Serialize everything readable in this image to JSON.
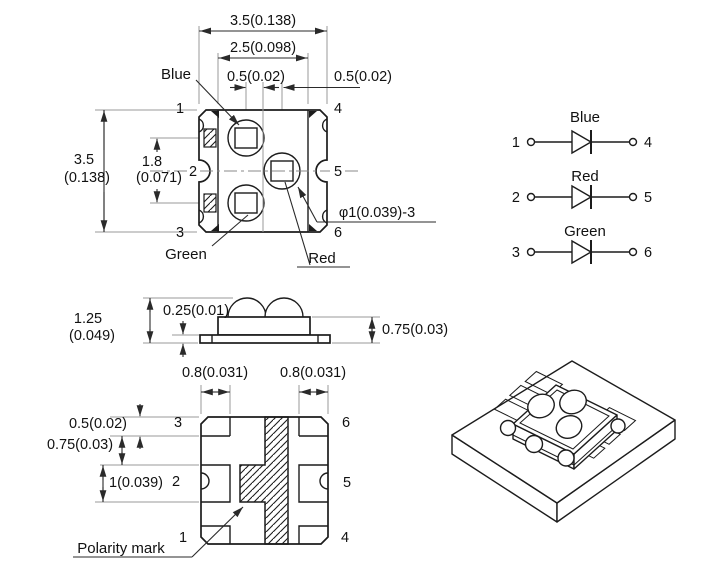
{
  "drawing": {
    "top_view": {
      "dims": {
        "width": "3.5(0.138)",
        "emitting_width": "2.5(0.098)",
        "offset_left": "0.5(0.02)",
        "offset_right": "0.5(0.02)",
        "height": "3.5",
        "height_in": "(0.138)",
        "led_pitch": "1.8",
        "led_pitch_in": "(0.071)",
        "lens_diameter": "φ1(0.039)-3"
      },
      "leds": {
        "blue": "Blue",
        "green": "Green",
        "red": "Red"
      },
      "pins": {
        "p1": "1",
        "p2": "2",
        "p3": "3",
        "p4": "4",
        "p5": "5",
        "p6": "6"
      }
    },
    "circuit": {
      "rows": [
        {
          "label": "Blue",
          "anode_pin": "1",
          "cathode_pin": "4"
        },
        {
          "label": "Red",
          "anode_pin": "2",
          "cathode_pin": "5"
        },
        {
          "label": "Green",
          "anode_pin": "3",
          "cathode_pin": "6"
        }
      ]
    },
    "side_view": {
      "dims": {
        "total_height": "1.25",
        "total_height_in": "(0.049)",
        "substrate_thickness": "0.25(0.01)",
        "body_height": "0.75(0.03)"
      }
    },
    "bottom_view": {
      "dims": {
        "pad_width_left": "0.8(0.031)",
        "pad_width_right": "0.8(0.031)",
        "corner_pad_height": "0.5(0.02)",
        "pad_gap": "0.75(0.03)",
        "center_pad_height": "1(0.039)"
      },
      "polarity_label": "Polarity mark",
      "pins": {
        "p1": "1",
        "p2": "2",
        "p3": "3",
        "p4": "4",
        "p5": "5",
        "p6": "6"
      }
    }
  }
}
